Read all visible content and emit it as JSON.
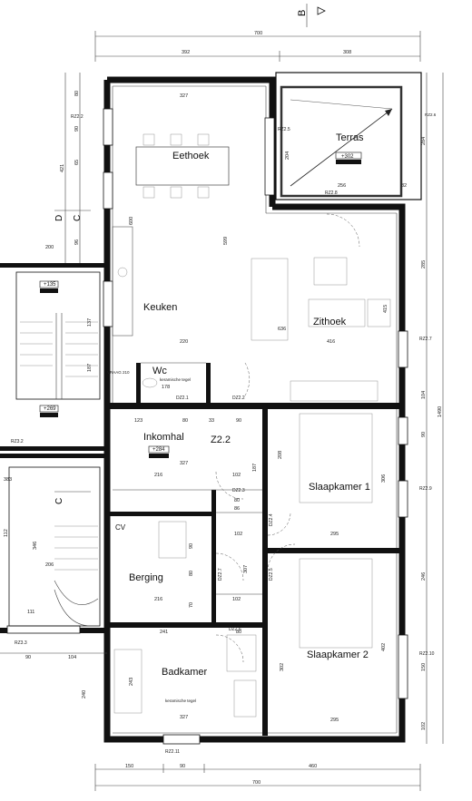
{
  "rooms": {
    "eethoek": "Eethoek",
    "terras": "Terras",
    "keuken": "Keuken",
    "zithoek": "Zithoek",
    "wc": "Wc",
    "inkomhal": "Inkomhal",
    "z22": "Z2.2",
    "slaapkamer1": "Slaapkamer 1",
    "berging": "Berging",
    "cv": "CV",
    "badkamer": "Badkamer",
    "slaapkamer2": "Slaapkamer 2"
  },
  "section_marks": {
    "b": "B",
    "d": "D",
    "c1": "C",
    "c2": "C"
  },
  "labels": {
    "level_terras": "+302",
    "level_stair_top": "+135",
    "level_stair_bottom": "+269",
    "level_inkomhal": "+284",
    "wc_tegel": "keramische tegel",
    "badkamer_tegel": "keramische tegel",
    "rz22": "RZ2.2",
    "rz225": "RZ2.5",
    "rz226": "RZ2.6",
    "rz227": "RZ2.7",
    "rz228": "RZ2.8",
    "rz229": "RZ2.9",
    "rz2210": "RZ2.10",
    "rz2211": "RZ2.11",
    "rz33": "RZ3.3",
    "rz32": "RZ3.2",
    "vraag": "VRAAG 210",
    "dz21": "DZ2.1",
    "dz22": "DZ2.2",
    "dz23": "DZ2.3",
    "dz24": "DZ2.4",
    "dz25": "DZ2.5",
    "dz26": "DZ2.6",
    "dz27": "DZ2.7"
  },
  "dimensions": {
    "top_total": "700",
    "top_left": "392",
    "top_right": "308",
    "eethoek_width": "327",
    "terras_width": "256",
    "terras_side": "82",
    "terras_height": "204",
    "eethoek_depth": "600",
    "keuken_depth": "599",
    "zithoek_width": "636",
    "zithoek_depth": "415",
    "left_220": "220",
    "right_416": "416",
    "wc_width": "178",
    "inkom_123": "123",
    "inkom_80": "80",
    "inkom_33": "33",
    "inkom_90": "90",
    "inkom_216": "216",
    "inkom_327": "327",
    "inkom_102": "102",
    "inkom_80b": "80",
    "inkom_86": "86",
    "inkom_102b": "102",
    "inkom_187": "187",
    "slk1_depth": "306",
    "slk1_width": "295",
    "slk1_side": "208",
    "berging_216": "216",
    "berging_102": "102",
    "berging_80": "80",
    "berging_70": "70",
    "berging_90": "90",
    "berging_307": "307",
    "bad_241": "241",
    "bad_80": "80",
    "bad_243": "243",
    "bad_327": "327",
    "slk2_302": "302",
    "slk2_295": "295",
    "slk2_402": "402",
    "stair_346": "346",
    "stair_206": "206",
    "stair_111": "111",
    "stair_383": "383",
    "stair_200": "200",
    "stair_112": "112",
    "stair_137": "137",
    "stair_187": "187",
    "bottom_150": "150",
    "bottom_90": "90",
    "bottom_460": "460",
    "bottom_700": "700",
    "bottom_left_90": "90",
    "bottom_left_104": "104",
    "left_240": "240",
    "right_284": "284",
    "right_285": "285",
    "right_104": "104",
    "right_90": "90",
    "right_246": "246",
    "right_150": "150",
    "right_102": "102",
    "right_1490": "1490",
    "left_80": "80",
    "left_421": "421",
    "left_96": "96",
    "left_90": "90",
    "left_65": "65"
  }
}
